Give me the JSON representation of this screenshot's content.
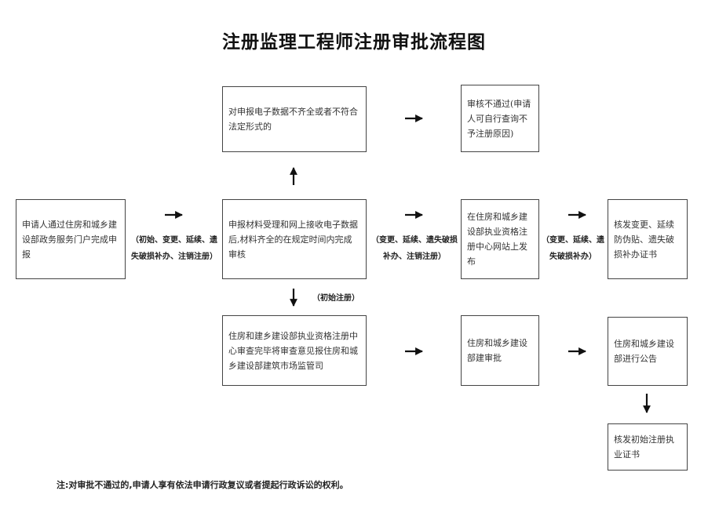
{
  "title": "注册监理工程师注册审批流程图",
  "boxes": {
    "reject_form": "对申报电子数据不齐全或者不符合法定形式的",
    "review_fail": "审核不通过(申请人可自行查询不予注册原因)",
    "applicant": "申请人通过住房和城乡建设部政务服务门户完成申报",
    "accept": "申报材料受理和网上接收电子数据后,材料齐全的在规定时间内完成审核",
    "publish_site": "在住房和城乡建设部执业资格注册中心网站上发布",
    "issue_change": "核发变更、延续防伪贴、遗失破损补办证书",
    "center_review": "住房和建乡建设部执业资格注册中心审查完毕将审查意见报住房和城乡建设部建筑市场监管司",
    "ministry_approve": "住房和城乡建设部建审批",
    "ministry_announce": "住房和城乡建设部进行公告",
    "issue_initial": "核发初始注册执业证书"
  },
  "labels": {
    "types_all": "（初始、变更、延续、遗失破损补办、注销注册）",
    "types_cont": "（变更、延续、遗失破损补办、注销注册）",
    "types_renew": "（变更、延续、遗失破损补办）",
    "initial": "（初始注册）"
  },
  "note": "注:对审批不通过的,申请人享有依法申请行政复议或者提起行政诉讼的权利。"
}
